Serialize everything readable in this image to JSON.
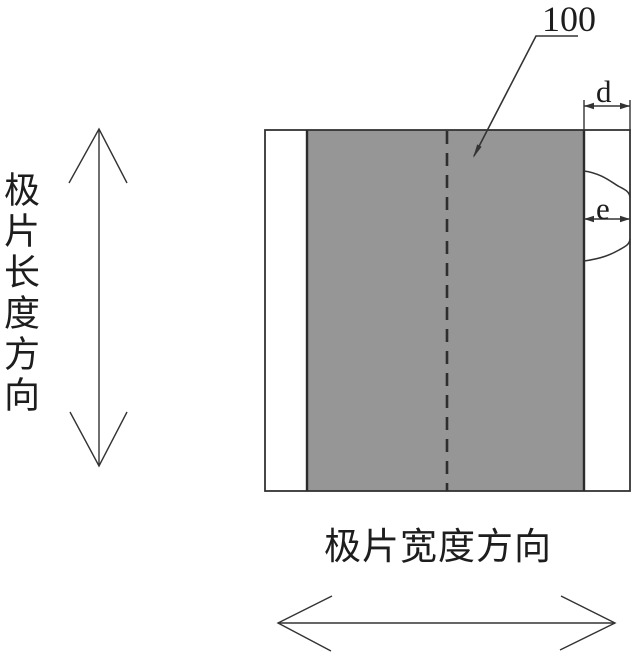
{
  "figure": {
    "reference_label": "100",
    "dim_top_label": "d",
    "dim_mid_label": "e",
    "left_axis_label": "极片长度方向",
    "bottom_axis_label": "极片宽度方向"
  },
  "colors": {
    "line": "#333333",
    "sheet_fill": "#969696",
    "background": "#ffffff"
  }
}
